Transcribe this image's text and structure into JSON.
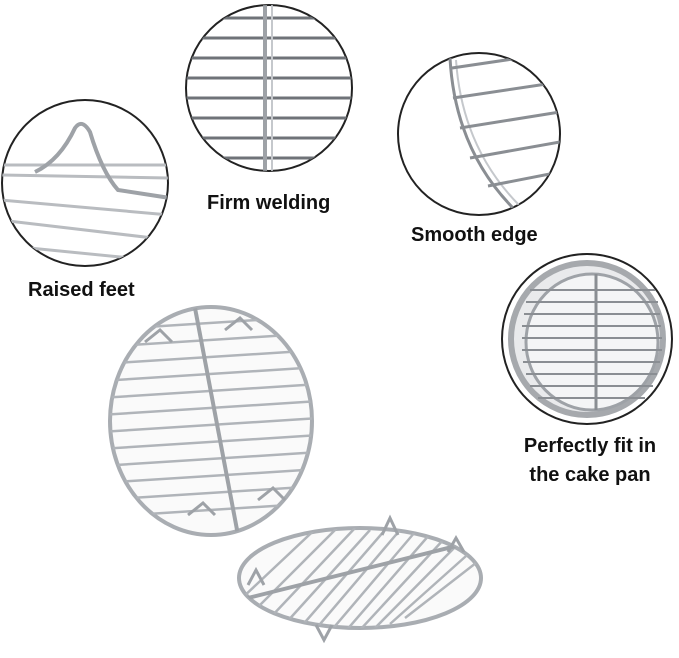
{
  "callouts": {
    "raised_feet": "Raised feet",
    "firm_welding": "Firm welding",
    "smooth_edge": "Smooth edge",
    "perfect_fit_line1": "Perfectly fit in",
    "perfect_fit_line2": "the cake pan"
  },
  "colors": {
    "text": "#111111",
    "steel": "#b9bcc0",
    "steel_dark": "#8a8e93",
    "circle_border": "#222222"
  },
  "icons": {
    "raised_feet": "raised-foot-closeup-icon",
    "firm_welding": "welded-grid-closeup-icon",
    "smooth_edge": "rim-edge-closeup-icon",
    "perfect_fit": "rack-in-pan-icon"
  }
}
